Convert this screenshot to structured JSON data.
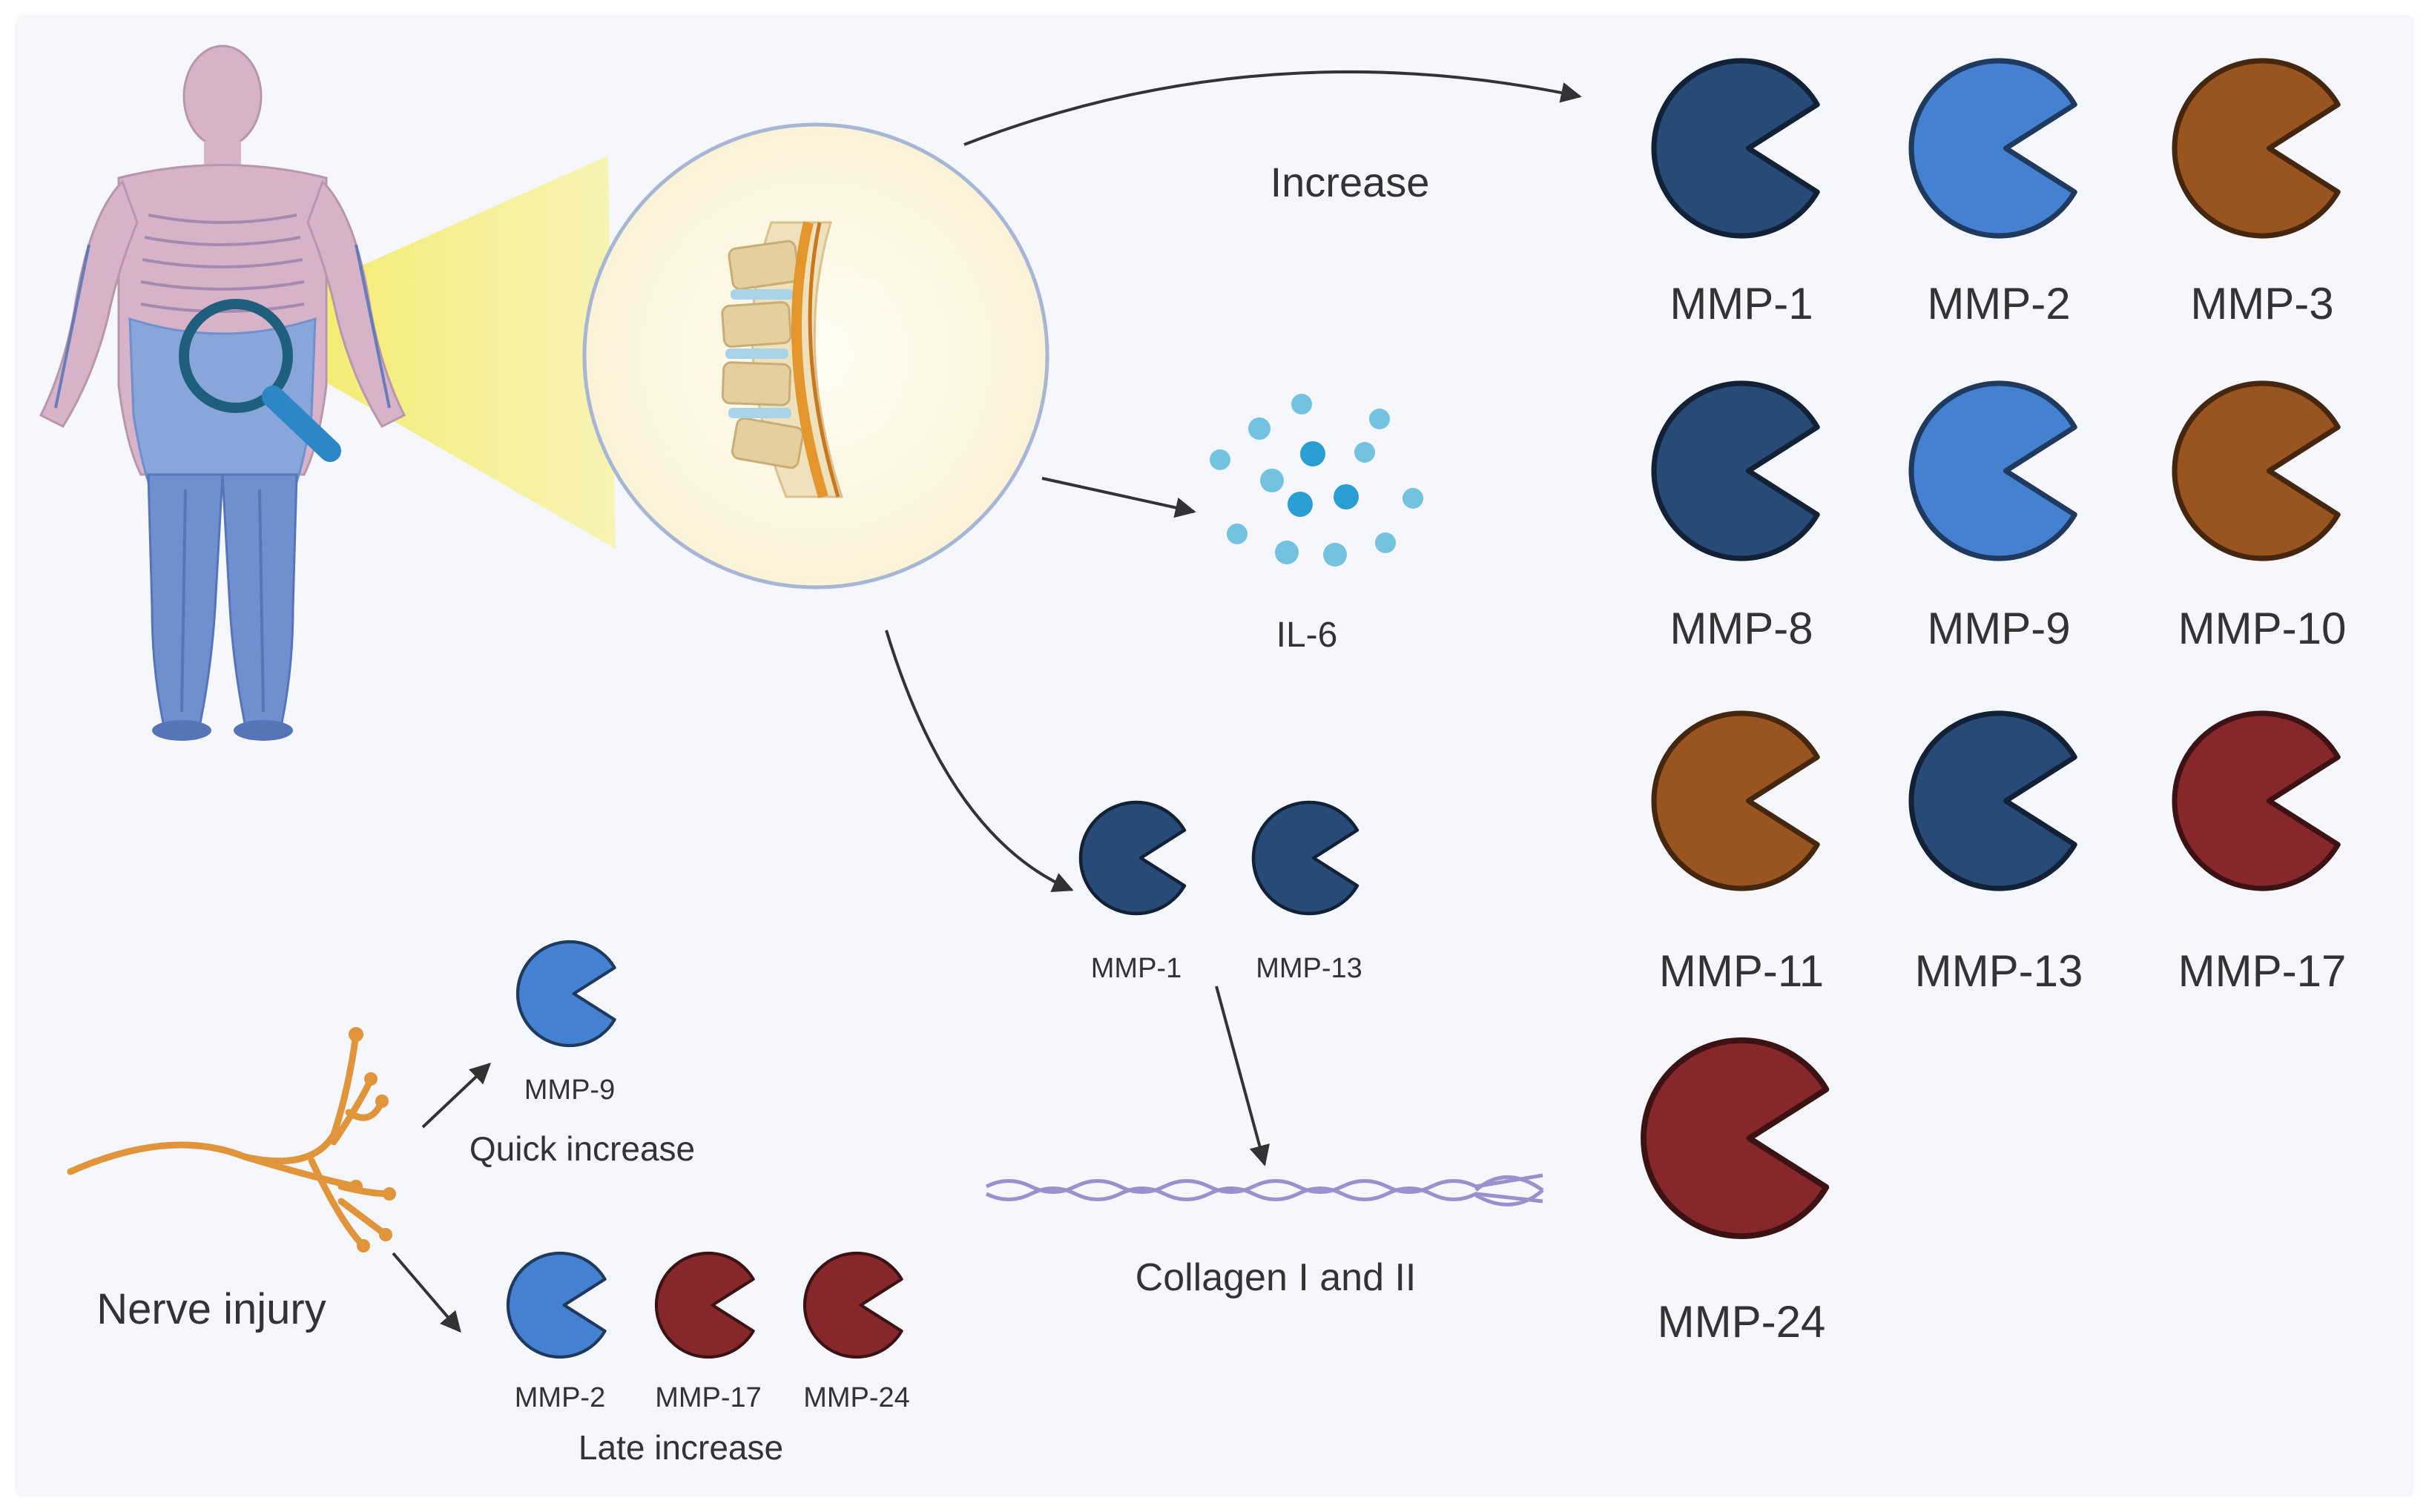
{
  "colors": {
    "background": "#f5f7fc",
    "dark_blue": "#274a77",
    "light_blue": "#4481d0",
    "brown": "#99541f",
    "dark_red": "#86282b",
    "il6_dot": "#72c2e0",
    "nerve": "#e0953a",
    "collagen": "#9b8fcc",
    "highlight": "#f2ea5e",
    "body_pink": "#cfa9c3",
    "body_blue": "#6f8fcf"
  },
  "icons": {
    "human": "human-body-icon",
    "magnifier": "magnifier-icon",
    "spine": "spine-icon",
    "mmp": "pacman-enzyme-icon",
    "il6": "molecule-dots-icon",
    "nerve": "nerve-branch-icon",
    "collagen": "collagen-fiber-icon"
  },
  "labels": {
    "increase": "Increase",
    "il6": "IL-6",
    "collagen": "Collagen I and II",
    "nerve_injury": "Nerve injury",
    "quick_increase": "Quick increase",
    "late_increase": "Late increase"
  },
  "grid_mmps": [
    {
      "name": "MMP-1",
      "color": "dark_blue"
    },
    {
      "name": "MMP-2",
      "color": "light_blue"
    },
    {
      "name": "MMP-3",
      "color": "brown"
    },
    {
      "name": "MMP-8",
      "color": "dark_blue"
    },
    {
      "name": "MMP-9",
      "color": "light_blue"
    },
    {
      "name": "MMP-10",
      "color": "brown"
    },
    {
      "name": "MMP-11",
      "color": "brown"
    },
    {
      "name": "MMP-13",
      "color": "dark_blue"
    },
    {
      "name": "MMP-17",
      "color": "dark_red"
    },
    {
      "name": "MMP-24",
      "color": "dark_red"
    }
  ],
  "collagen_mmps": [
    {
      "name": "MMP-1",
      "color": "dark_blue"
    },
    {
      "name": "MMP-13",
      "color": "dark_blue"
    }
  ],
  "quick_mmps": [
    {
      "name": "MMP-9",
      "color": "light_blue"
    }
  ],
  "late_mmps": [
    {
      "name": "MMP-2",
      "color": "light_blue"
    },
    {
      "name": "MMP-17",
      "color": "dark_red"
    },
    {
      "name": "MMP-24",
      "color": "dark_red"
    }
  ]
}
